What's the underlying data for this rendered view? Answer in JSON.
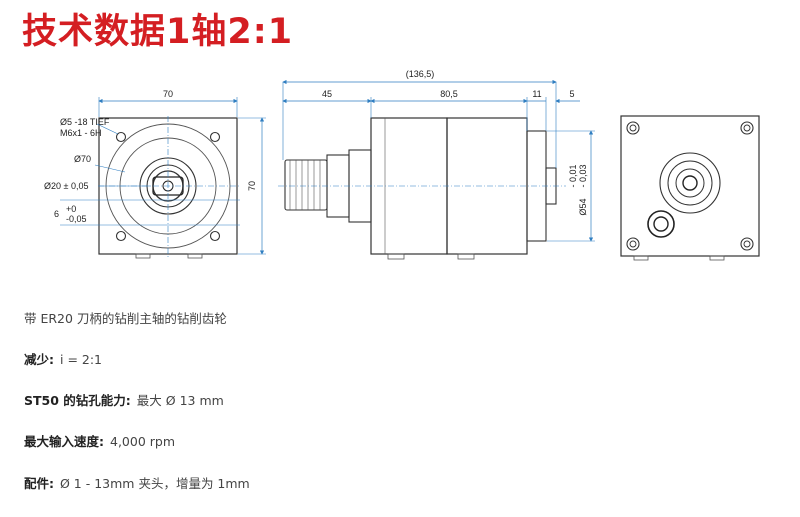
{
  "title": "技术数据1轴2:1",
  "drawing": {
    "front": {
      "width": "70",
      "height": "70",
      "hole_note_1": "Ø5 -18 TIEF",
      "hole_note_2": "M6x1 - 6H",
      "d70": "Ø70",
      "d20": "Ø20 ± 0,05",
      "slot_6": "6",
      "slot_tol_plus": "+0",
      "slot_tol_minus": "-0,05"
    },
    "side": {
      "overall": "(136,5)",
      "d45": "45",
      "d80_5": "80,5",
      "d11": "11",
      "d5": "5",
      "diam54": "Ø54",
      "tol_upper": "- 0,01",
      "tol_lower": "- 0,03"
    }
  },
  "specs": {
    "desc": "带 ER20 刀柄的钻削主轴的钻削齿轮",
    "reduction_label": "减少:",
    "reduction_value": "i = 2:1",
    "drill_label": "ST50 的钻孔能力:",
    "drill_value": "最大 Ø 13 mm",
    "speed_label": "最大输入速度:",
    "speed_value": "4,000 rpm",
    "acc_label": "配件:",
    "acc_value": "Ø 1 - 13mm 夹头，增量为 1mm"
  }
}
